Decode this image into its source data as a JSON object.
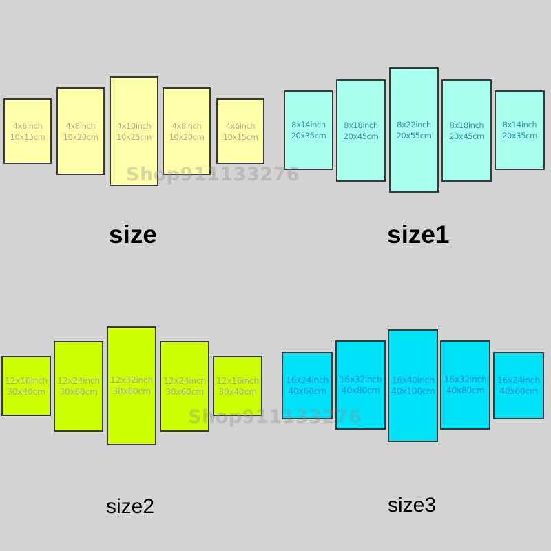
{
  "watermark": "Shop911133276",
  "groups": [
    {
      "label": "size",
      "panels": [
        {
          "inch": "4x6inch",
          "cm": "10x15cm"
        },
        {
          "inch": "4x8inch",
          "cm": "10x20cm"
        },
        {
          "inch": "4x10inch",
          "cm": "10x25cm"
        },
        {
          "inch": "4x8inch",
          "cm": "10x20cm"
        },
        {
          "inch": "4x6inch",
          "cm": "10x15cm"
        }
      ]
    },
    {
      "label": "size1",
      "panels": [
        {
          "inch": "8x14inch",
          "cm": "20x35cm"
        },
        {
          "inch": "8x18inch",
          "cm": "20x45cm"
        },
        {
          "inch": "8x22inch",
          "cm": "20x55cm"
        },
        {
          "inch": "8x18inch",
          "cm": "20x45cm"
        },
        {
          "inch": "8x14inch",
          "cm": "20x35cm"
        }
      ]
    },
    {
      "label": "size2",
      "panels": [
        {
          "inch": "12x16inch",
          "cm": "30x40cm"
        },
        {
          "inch": "12x24inch",
          "cm": "30x60cm"
        },
        {
          "inch": "12x32inch",
          "cm": "30x80cm"
        },
        {
          "inch": "12x24inch",
          "cm": "30x60cm"
        },
        {
          "inch": "12x16inch",
          "cm": "30x40cm"
        }
      ]
    },
    {
      "label": "size3",
      "panels": [
        {
          "inch": "16x24inch",
          "cm": "40x60cm"
        },
        {
          "inch": "16x32inch",
          "cm": "40x80cm"
        },
        {
          "inch": "16x40inch",
          "cm": "40x100cm"
        },
        {
          "inch": "16x32inch",
          "cm": "40x80cm"
        },
        {
          "inch": "16x24inch",
          "cm": "40x60cm"
        }
      ]
    }
  ]
}
